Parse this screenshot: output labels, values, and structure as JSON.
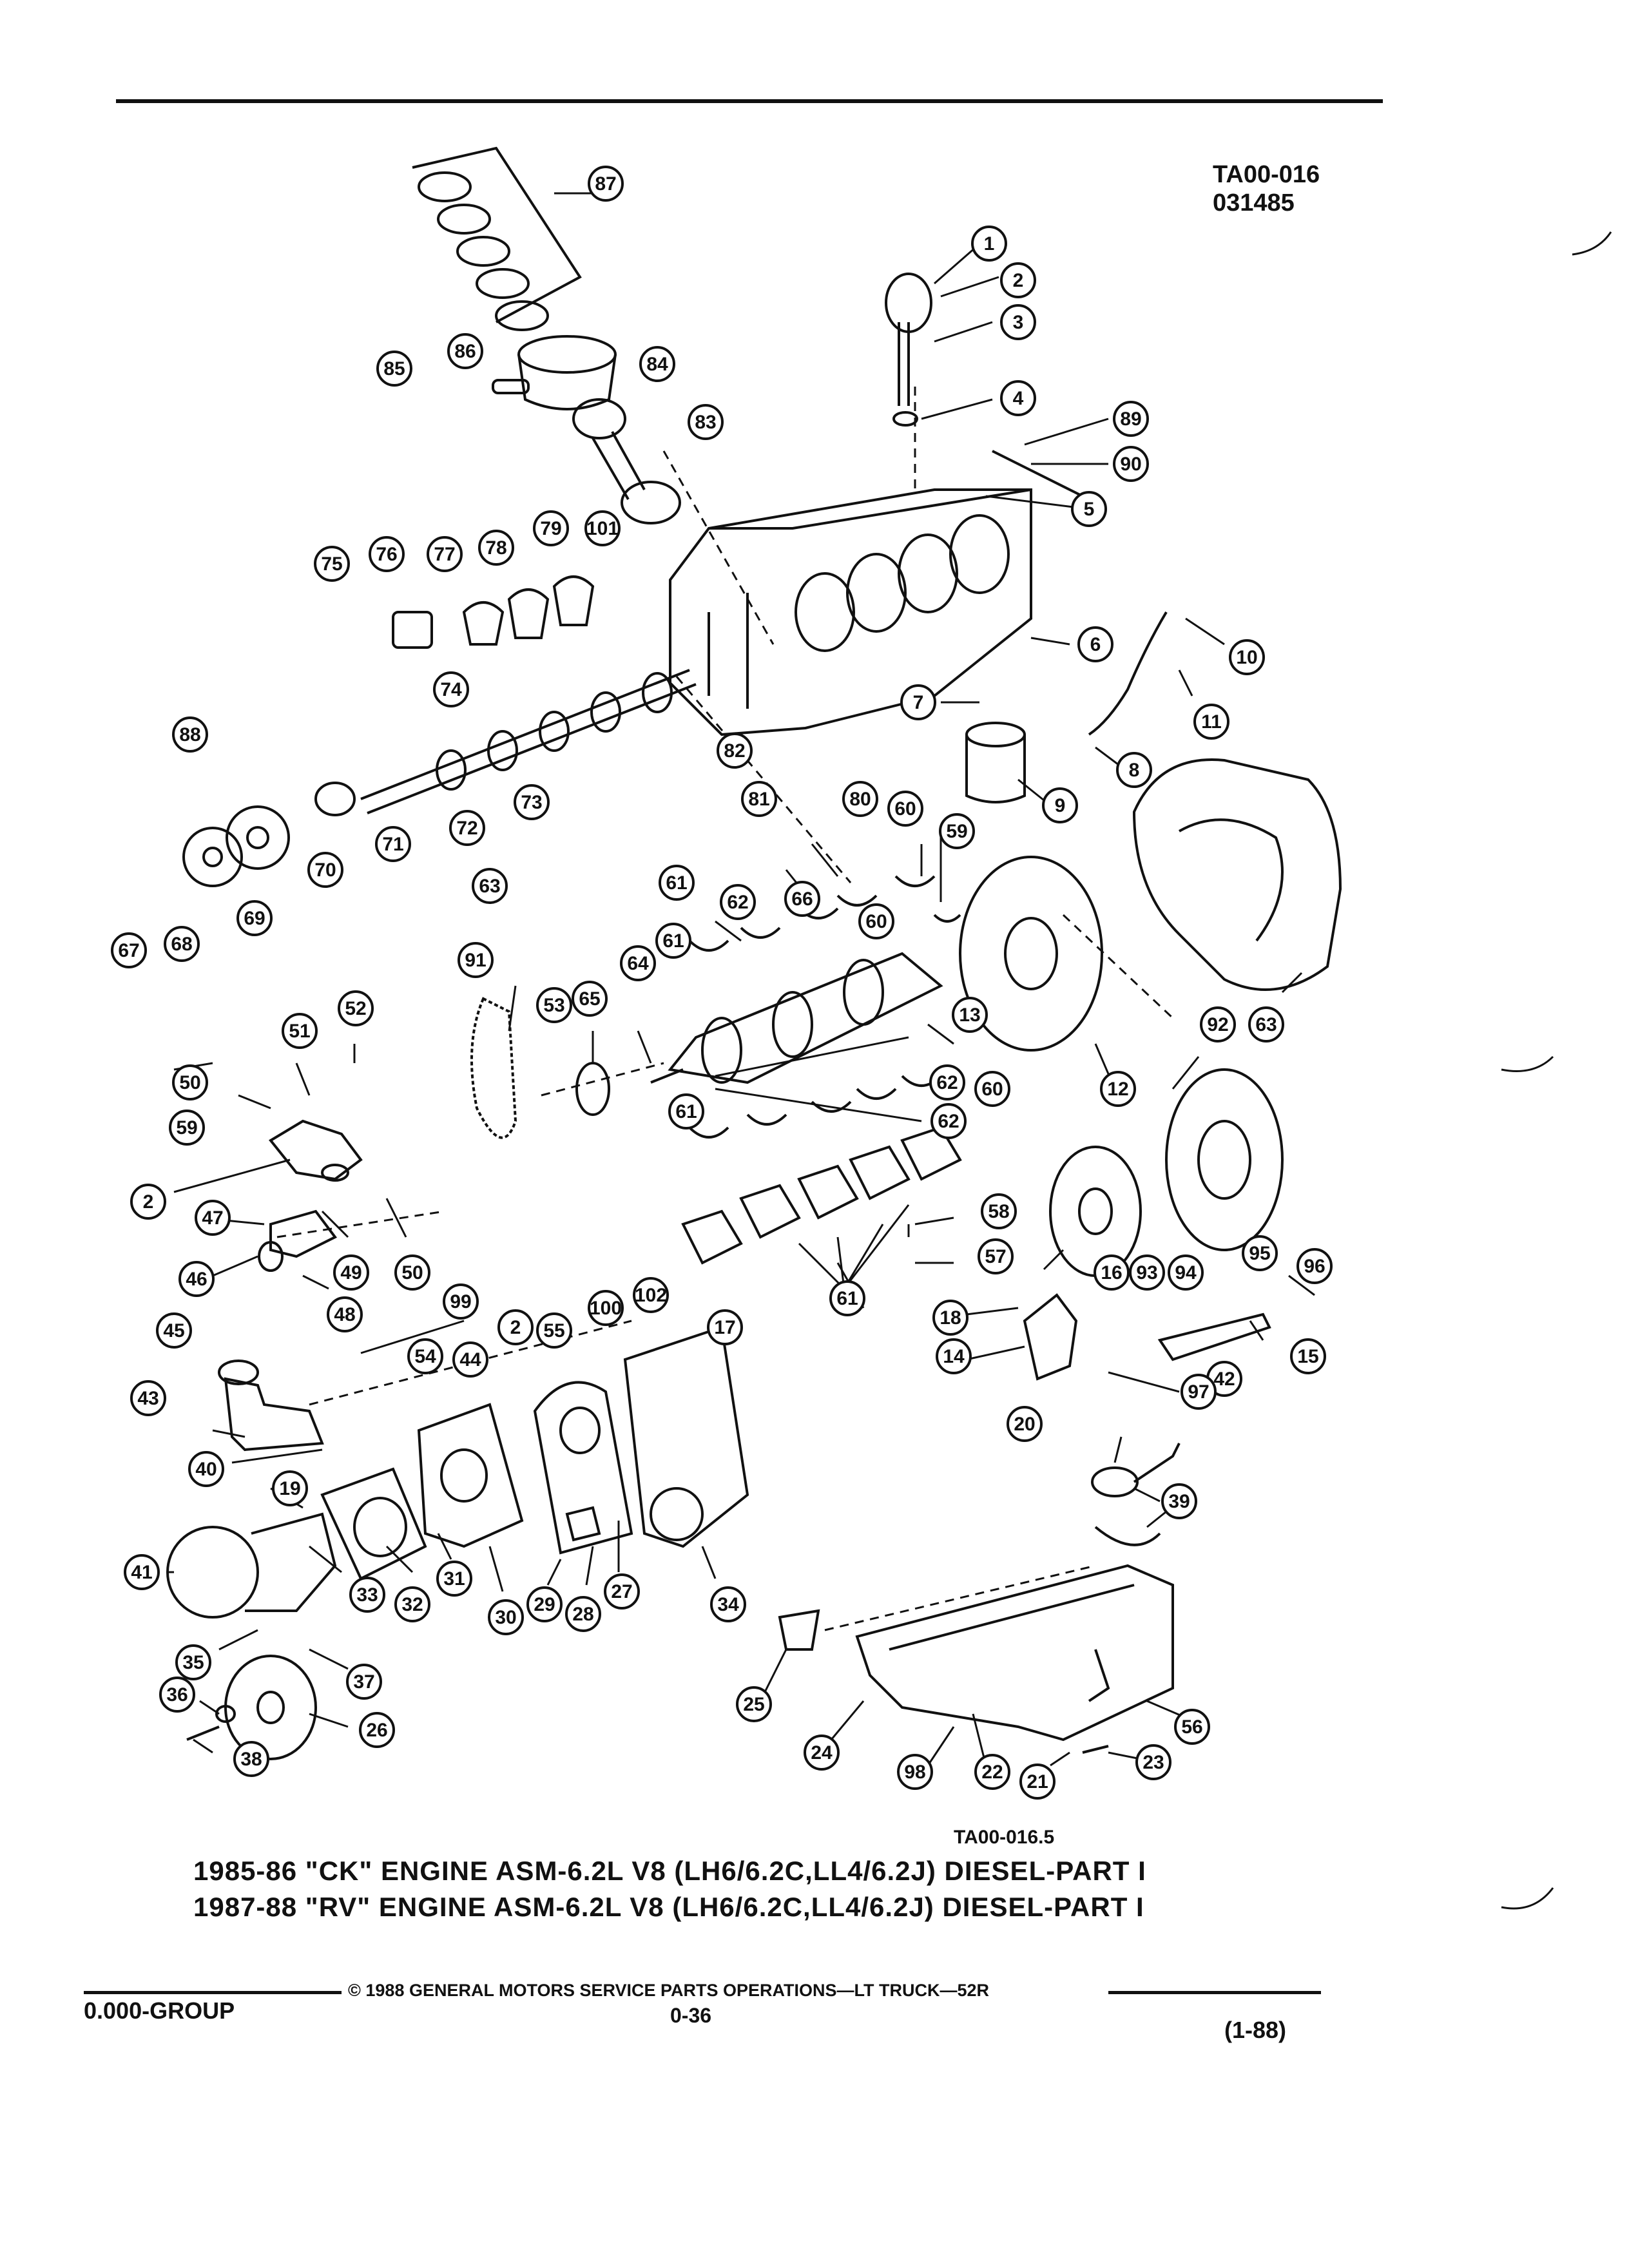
{
  "header": {
    "ref_top": "TA00-016",
    "ref_code": "031485"
  },
  "figure_ref": "TA00-016.5",
  "titles": [
    "1985-86 \"CK\" ENGINE ASM-6.2L V8 (LH6/6.2C,LL4/6.2J) DIESEL-PART I",
    "1987-88 \"RV\" ENGINE ASM-6.2L V8 (LH6/6.2C,LL4/6.2J) DIESEL-PART I"
  ],
  "footer": {
    "group": "0.000-GROUP",
    "copyright": "© 1988 GENERAL MOTORS SERVICE PARTS OPERATIONS—LT TRUCK—52R",
    "page": "0-36",
    "date": "(1-88)"
  },
  "callouts": [
    "87",
    "1",
    "2",
    "3",
    "4",
    "89",
    "90",
    "5",
    "86",
    "85",
    "84",
    "83",
    "75",
    "76",
    "77",
    "78",
    "79",
    "101",
    "6",
    "10",
    "74",
    "7",
    "11",
    "8",
    "88",
    "82",
    "81",
    "80",
    "73",
    "72",
    "9",
    "71",
    "70",
    "63",
    "69",
    "68",
    "67",
    "61",
    "60",
    "59",
    "62",
    "66",
    "91",
    "92",
    "63",
    "64",
    "65",
    "53",
    "52",
    "51",
    "50",
    "59",
    "13",
    "12",
    "60",
    "62",
    "2",
    "47",
    "49",
    "50",
    "46",
    "48",
    "58",
    "57",
    "16",
    "93",
    "94",
    "95",
    "96",
    "99",
    "45",
    "2",
    "55",
    "100",
    "102",
    "17",
    "18",
    "14",
    "15",
    "42",
    "54",
    "44",
    "97",
    "43",
    "40",
    "19",
    "20",
    "39",
    "41",
    "33",
    "32",
    "31",
    "30",
    "29",
    "28",
    "27",
    "34",
    "35",
    "37",
    "36",
    "38",
    "26",
    "25",
    "24",
    "98",
    "22",
    "21",
    "23",
    "56",
    "61",
    "61",
    "61",
    "62",
    "60"
  ]
}
